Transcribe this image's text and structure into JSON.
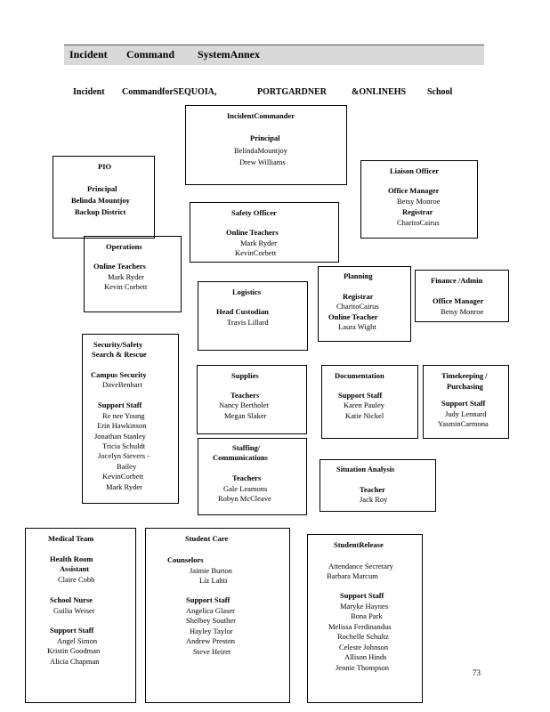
{
  "header": {
    "w1": "Incident",
    "w2": "Command",
    "w3": "SystemAnnex"
  },
  "subtitle": {
    "s1": "Incident",
    "s2": "CommandforSEQUOIA,",
    "s3": "PORTGARDNER",
    "s4": "&ONLINEHS",
    "s5": "School"
  },
  "boxes": {
    "ic": {
      "title": "IncidentCommander",
      "role": "Principal",
      "n1": "BelindaMountjoy",
      "n2": "Drew Williams"
    },
    "pio": {
      "title": "PIO",
      "role": "Principal",
      "n1": "Belinda Mountjoy",
      "n2": "Backup District"
    },
    "liaison": {
      "title": "Liaison Officer",
      "role": "Office Manager",
      "n1": "Betsy Monroe",
      "role2": "Registrar",
      "n2": "CharitoCairus"
    },
    "safety": {
      "title": "Safety Officer",
      "role": "Online Teachers",
      "n1": "Mark Ryder",
      "n2": "KevinCorbett"
    },
    "operations": {
      "title": "Operations",
      "role": "Online Teachers",
      "n1": "Mark Ryder",
      "n2": "Kevin Corbett"
    },
    "planning": {
      "title": "Planning",
      "role": "Registrar",
      "n1": "CharitoCairus",
      "role2": "Online Teacher",
      "n2": "Laura Wight"
    },
    "finance": {
      "title": "Finance /Admin",
      "role": "Office Manager",
      "n1": "Betsy Monroe"
    },
    "logistics": {
      "title": "Logistics",
      "role": "Head Custodian",
      "n1": "Travis Lillard"
    },
    "security": {
      "title1": "Security/Safety",
      "title2": "Search & Rescue",
      "role": "Campus Security",
      "n1": "DaveBenhart",
      "role2": "Support Staff",
      "staff": [
        "Re nee Young",
        "Erin Hawkinson",
        "Jonathan Stanley",
        "Tricia Schuldt",
        "Jocelyn Sievers -",
        "Bailey",
        "KevinCorbett",
        "Mark Ryder"
      ]
    },
    "supplies": {
      "title": "Supplies",
      "role": "Teachers",
      "n1": "Nancy Bertholet",
      "n2": "Megan Slaker"
    },
    "documentation": {
      "title": "Documentation",
      "role": "Support Staff",
      "n1": "Karen Pauley",
      "n2": "Katie Nickel"
    },
    "timekeeping": {
      "title1": "Timekeeping /",
      "title2": "Purchasing",
      "role": "Support Staff",
      "n1": "Judy Lennard",
      "n2": "YasminCarmona"
    },
    "staffing": {
      "title1": "Staffing/",
      "title2": "Communications",
      "role": "Teachers",
      "n1": "Gale Leamons",
      "n2": "Robyn McCleave"
    },
    "situation": {
      "title": "Situation Analysis",
      "role": "Teacher",
      "n1": "Jack Roy"
    },
    "medical": {
      "title": "Medical Team",
      "role1": "Health Room",
      "role1b": "Assistant",
      "n1": "Claire Cobb",
      "role2": "School Nurse",
      "n2": "Guilia Weiser",
      "role3": "Support Staff",
      "staff": [
        "Angel Simon",
        "Kristin Goodman",
        "Alicia Chapman"
      ]
    },
    "studentcare": {
      "title": "Student Care",
      "role1": "Counselors",
      "n1": "Jaimie Burton",
      "n2": "Liz Lahti",
      "role2": "Support Staff",
      "staff": [
        "Angelica Glaser",
        "Shelbey Souther",
        "Hayley Taylor",
        "Andrew Preston",
        "Steve Heiret"
      ]
    },
    "release": {
      "title": "StudentRelease",
      "role1": "Attendance Secretary",
      "n1": "Barbara Marcum",
      "role2": "Support Staff",
      "staff": [
        "Maryke Haynes",
        "Bona Park",
        "Melissa Ferdinandus",
        "Rochelle Schultz",
        "Celeste Johnson",
        "Allison Hinds",
        "Jennie Thompson"
      ]
    }
  },
  "page_number": "73"
}
